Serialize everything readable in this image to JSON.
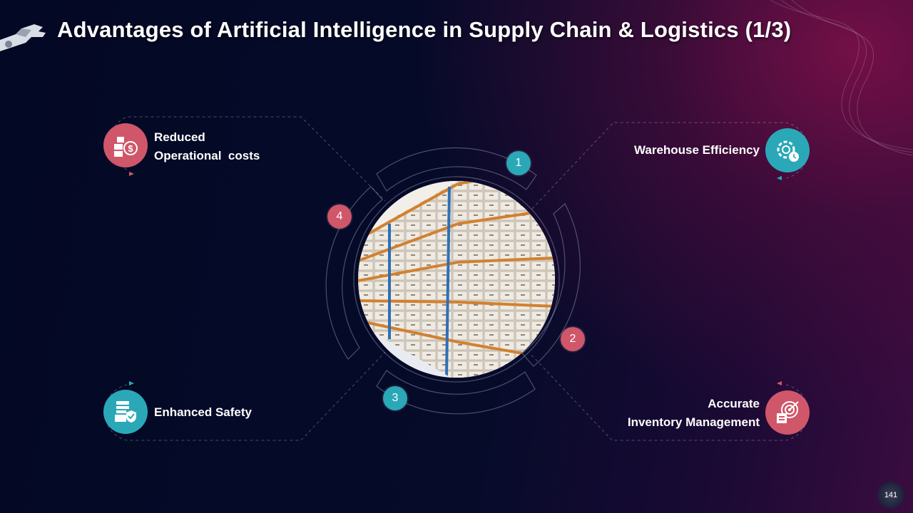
{
  "slide": {
    "title": "Advantages of Artificial Intelligence in Supply Chain & Logistics (1/3)",
    "page_number": "141"
  },
  "items": {
    "warehouse": {
      "number": "1",
      "label": "Warehouse Efficiency",
      "icon": "gear-clock-icon",
      "color": "#2aa8b8"
    },
    "inventory": {
      "number": "2",
      "label_line1": "Accurate",
      "label_line2": "Inventory Management",
      "icon": "target-checklist-icon",
      "color": "#d0566a"
    },
    "safety": {
      "number": "3",
      "label": "Enhanced Safety",
      "icon": "shield-document-icon",
      "color": "#2aa8b8"
    },
    "costs": {
      "number": "4",
      "label_line1": "Reduced",
      "label_line2": "Operational  costs",
      "icon": "money-boxes-icon",
      "color": "#d0566a"
    }
  },
  "center_image": {
    "icon": "warehouse-shelves-photo"
  },
  "colors": {
    "background": "#050a24",
    "accent_pink": "#d0566a",
    "accent_teal": "#2aa8b8"
  }
}
